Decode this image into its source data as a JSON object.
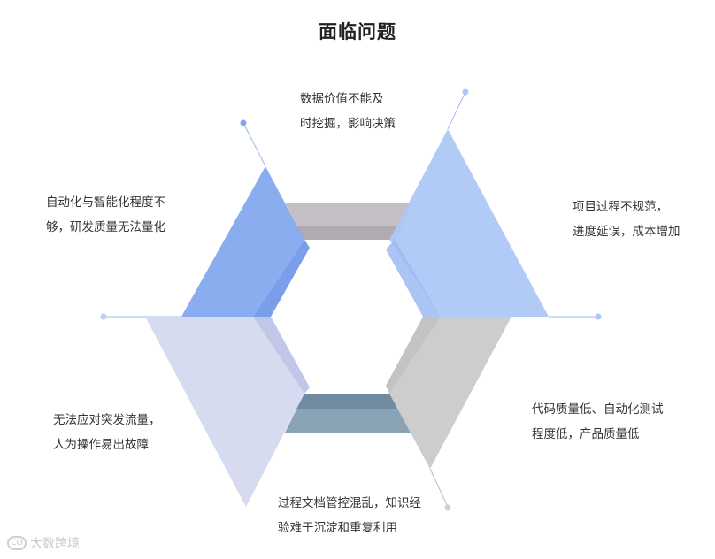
{
  "title": "面临问题",
  "issues": [
    {
      "line1": "数据价值不能及",
      "line2": "时挖掘，影响决策"
    },
    {
      "line1": "项目过程不规范，",
      "line2": "进度延误，成本增加"
    },
    {
      "line1": "代码质量低、自动化测试",
      "line2": "程度低，产品质量低"
    },
    {
      "line1": "过程文档管控混乱，知识经",
      "line2": "验难于沉淀和重复利用"
    },
    {
      "line1": "无法应对突发流量，",
      "line2": "人为操作易出故障"
    },
    {
      "line1": "自动化与智能化程度不",
      "line2": "够，研发质量无法量化"
    }
  ],
  "watermark": {
    "logo_text": "CO",
    "text": "大数跨境"
  },
  "colors": {
    "blue_dark": "#7fa6ee",
    "blue_light": "#aec7f6",
    "lavender": "#d6dbef",
    "gray": "#cdcdcd",
    "mauve_gray": "#c4bfc4",
    "slate": "#7f99ab"
  }
}
